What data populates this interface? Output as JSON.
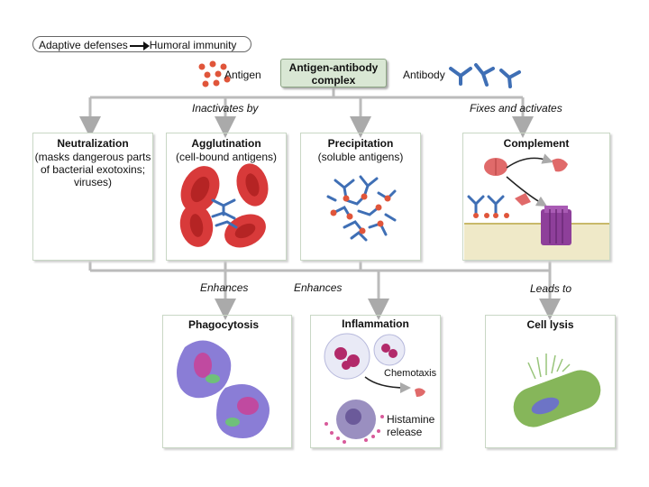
{
  "breadcrumb": {
    "left": "Adaptive defenses",
    "right": "Humoral immunity"
  },
  "top": {
    "antigen": "Antigen",
    "complex": "Antigen-antibody complex",
    "antibody": "Antibody"
  },
  "branch_labels": {
    "inactivates": "Inactivates by",
    "fixes": "Fixes and activates"
  },
  "panels": {
    "neutralization": {
      "title": "Neutralization",
      "desc": "(masks dangerous parts of bacterial exotoxins; viruses)"
    },
    "agglutination": {
      "title": "Agglutination",
      "desc": "(cell-bound antigens)"
    },
    "precipitation": {
      "title": "Precipitation",
      "desc": "(soluble antigens)"
    },
    "complement": {
      "title": "Complement"
    }
  },
  "link_labels": {
    "enhances_1": "Enhances",
    "enhances_2": "Enhances",
    "leads_to": "Leads to"
  },
  "bottom": {
    "phagocytosis": "Phagocytosis",
    "inflammation": "Inflammation",
    "chemotaxis": "Chemotaxis",
    "histamine": "Histamine release",
    "lysis": "Cell lysis"
  },
  "colors": {
    "panel_border": "#c9d7c5",
    "complex_fill": "#d9e7d4",
    "antibody": "#3f6fb5",
    "antigen": "#e0553a",
    "rbc": "#d83a3a"
  }
}
